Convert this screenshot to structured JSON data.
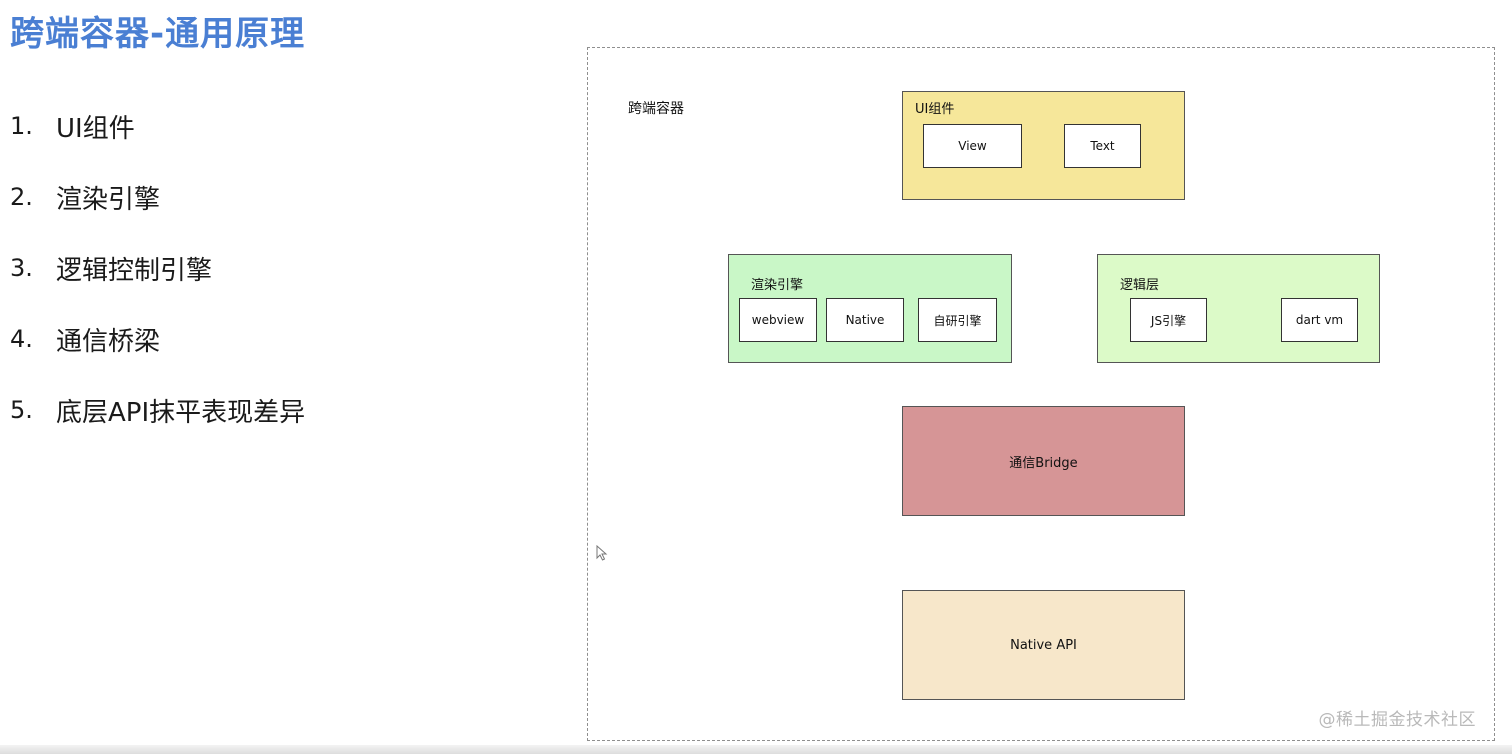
{
  "title": "跨端容器-通用原理",
  "list": [
    {
      "num": "1.",
      "text": "UI组件"
    },
    {
      "num": "2.",
      "text": "渲染引擎"
    },
    {
      "num": "3.",
      "text": "逻辑控制引擎"
    },
    {
      "num": "4.",
      "text": "通信桥梁"
    },
    {
      "num": "5.",
      "text": "底层API抹平表现差异"
    }
  ],
  "diagram": {
    "frame_label": "跨端容器",
    "ui": {
      "label": "UI组件",
      "items": [
        "View",
        "Text"
      ],
      "color": "#f6e79a"
    },
    "render": {
      "label": "渲染引擎",
      "items": [
        "webview",
        "Native",
        "自研引擎"
      ],
      "color": "#c9f7c7"
    },
    "logic": {
      "label": "逻辑层",
      "items": [
        "JS引擎",
        "dart vm"
      ],
      "color": "#dcfac8"
    },
    "bridge": {
      "label": "通信Bridge",
      "color": "#d69596"
    },
    "native_api": {
      "label": "Native API",
      "color": "#f7e7ca"
    }
  },
  "watermark": "@稀土掘金技术社区",
  "icons": {
    "cursor": "mouse-pointer-icon"
  }
}
